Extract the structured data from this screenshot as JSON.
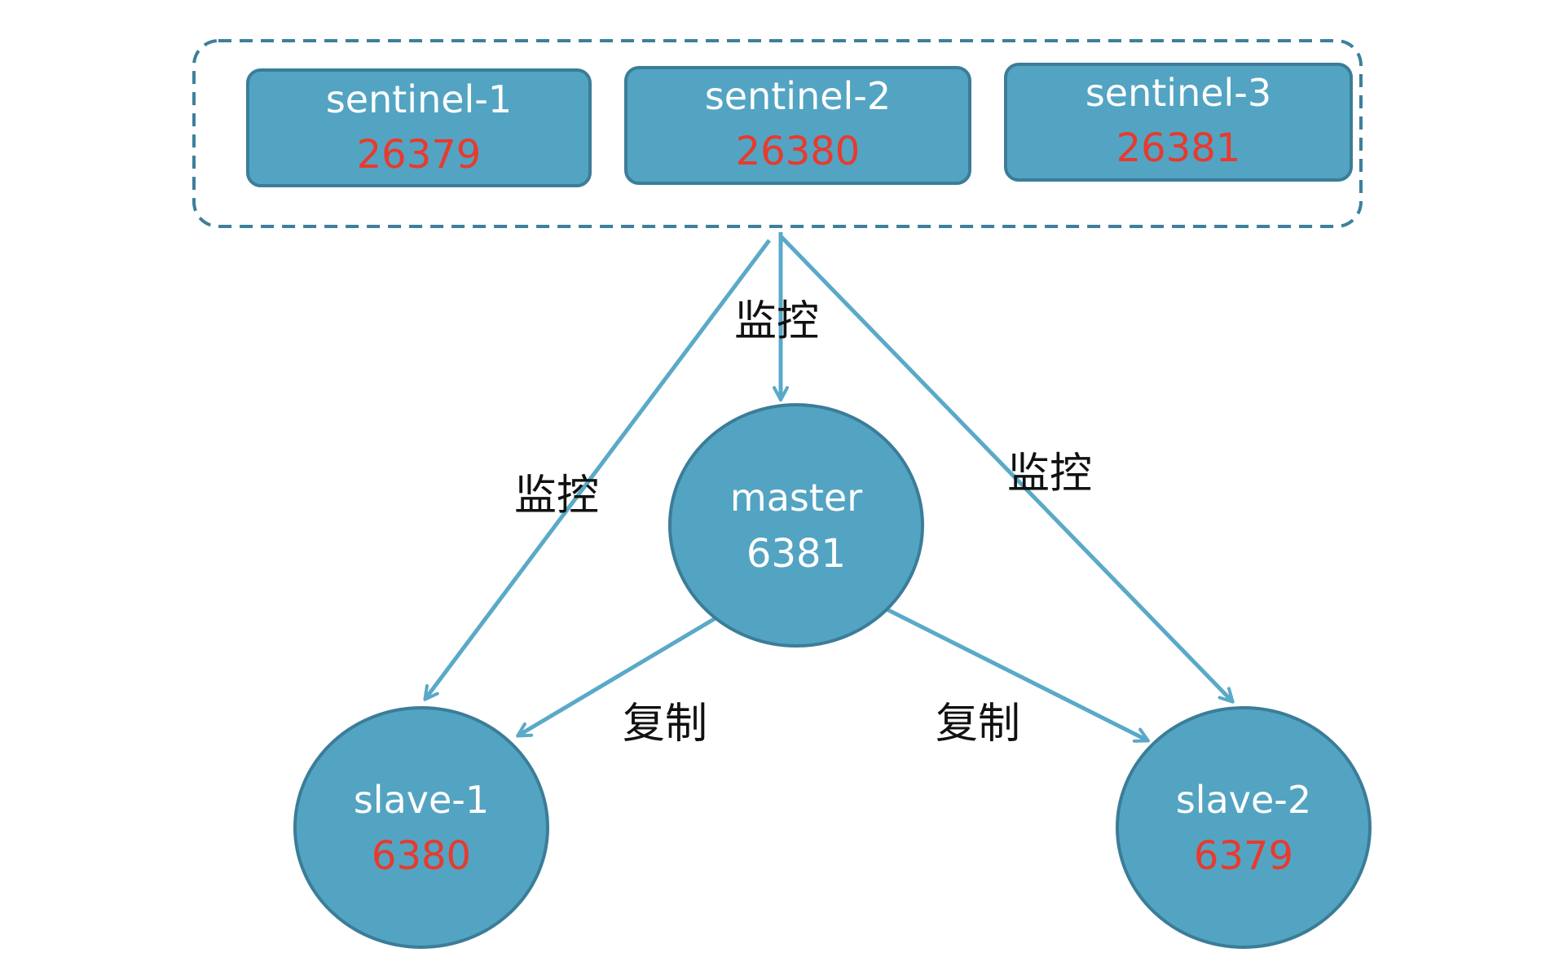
{
  "sentinels": [
    {
      "name": "sentinel-1",
      "port": "26379"
    },
    {
      "name": "sentinel-2",
      "port": "26380"
    },
    {
      "name": "sentinel-3",
      "port": "26381"
    }
  ],
  "master": {
    "name": "master",
    "port": "6381"
  },
  "slaves": [
    {
      "name": "slave-1",
      "port": "6380"
    },
    {
      "name": "slave-2",
      "port": "6379"
    }
  ],
  "edges": {
    "monitor_label": "监控",
    "replicate_label": "复制"
  },
  "colors": {
    "node_fill": "#53a4c2",
    "node_stroke": "#3b7d98",
    "arrow": "#5aa9c8",
    "group_border": "#3d7f9c",
    "name_text": "#ffffff",
    "port_text": "#e83a2e",
    "master_port_text": "#ffffff",
    "edge_label_text": "#111111"
  }
}
